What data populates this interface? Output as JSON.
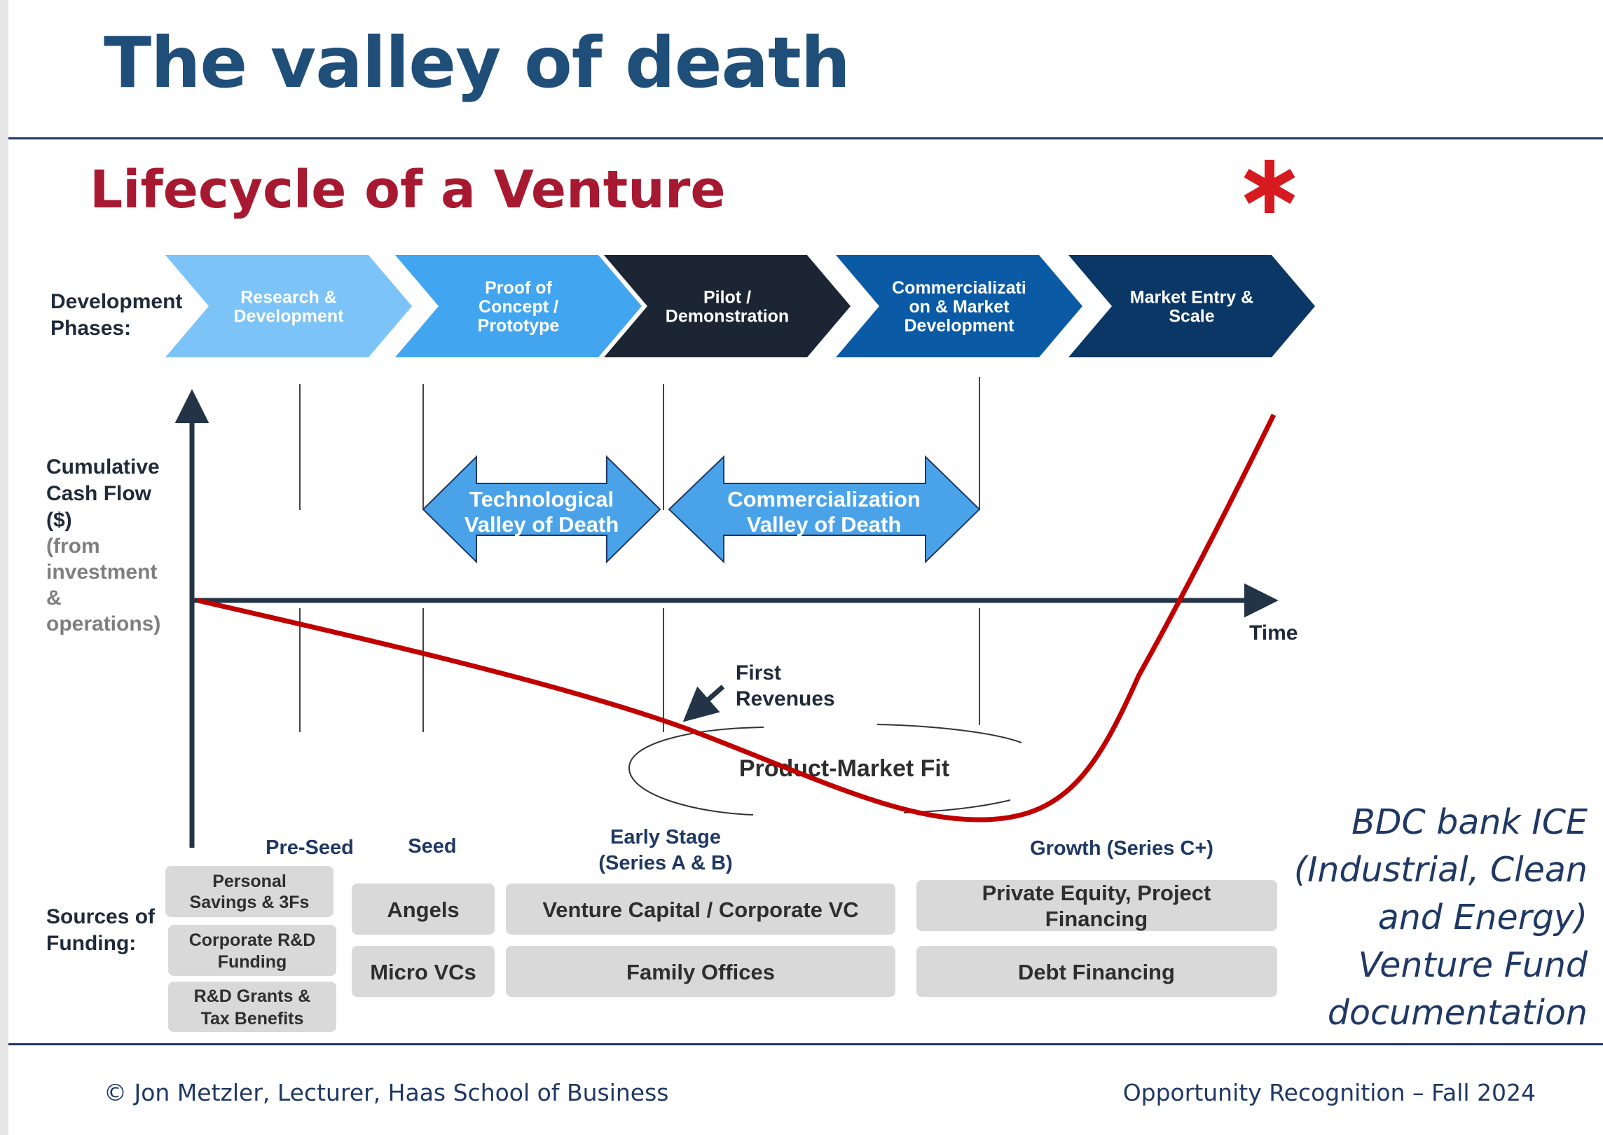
{
  "slide": {
    "title": "The valley of death",
    "caption_lines": [
      "BDC bank ICE",
      "(Industrial, Clean",
      "and Energy)",
      "Venture Fund",
      "documentation"
    ],
    "footer_left": "© Jon Metzler, Lecturer, Haas School of Business",
    "footer_right": "Opportunity Recognition – Fall 2024"
  },
  "diagram": {
    "title": "Lifecycle of a Venture",
    "logo_icon": "red-asterisk-logo",
    "phases_label": [
      "Development",
      "Phases:"
    ],
    "phases": [
      {
        "lines": [
          "Research &",
          "Development"
        ],
        "color": "#7cc3f7"
      },
      {
        "lines": [
          "Proof of",
          "Concept /",
          "Prototype"
        ],
        "color": "#42a5f0"
      },
      {
        "lines": [
          "Pilot /",
          "Demonstration"
        ],
        "color": "#1c2533"
      },
      {
        "lines": [
          "Commercializati",
          "on & Market",
          "Development"
        ],
        "color": "#0b5aa6"
      },
      {
        "lines": [
          "Market Entry &",
          "Scale"
        ],
        "color": "#0b3766"
      }
    ],
    "y_axis_label": [
      "Cumulative",
      "Cash Flow",
      "($)"
    ],
    "y_axis_sublabel": [
      "(from",
      "investment",
      "&",
      "operations)"
    ],
    "x_axis_label": "Time",
    "valleys": [
      {
        "lines": [
          "Technological",
          "Valley of Death"
        ]
      },
      {
        "lines": [
          "Commercialization",
          "Valley of Death"
        ]
      }
    ],
    "first_revenues": [
      "First",
      "Revenues"
    ],
    "product_market_fit": "Product-Market Fit",
    "stages": [
      {
        "lines": [
          "Pre-Seed"
        ]
      },
      {
        "lines": [
          "Seed"
        ]
      },
      {
        "lines": [
          "Early Stage",
          "(Series A & B)"
        ]
      },
      {
        "lines": [
          "Growth (Series C+)"
        ]
      }
    ],
    "funding_label": [
      "Sources of",
      "Funding:"
    ],
    "funding_boxes": [
      {
        "lines": [
          "Personal",
          "Savings  & 3Fs"
        ]
      },
      {
        "lines": [
          "Corporate R&D",
          "Funding"
        ]
      },
      {
        "lines": [
          "R&D Grants &",
          "Tax Benefits"
        ]
      },
      {
        "lines": [
          "Angels"
        ]
      },
      {
        "lines": [
          "Micro VCs"
        ]
      },
      {
        "lines": [
          "Venture Capital / Corporate VC"
        ]
      },
      {
        "lines": [
          "Family Offices"
        ]
      },
      {
        "lines": [
          "Private Equity, Project",
          "Financing"
        ]
      },
      {
        "lines": [
          "Debt Financing"
        ]
      }
    ],
    "colors": {
      "curve": "#c00000",
      "axis": "#243447",
      "valley_arrow": "#4aa3e8",
      "funding_box": "#d9d9d9",
      "title": "#a71930"
    }
  }
}
